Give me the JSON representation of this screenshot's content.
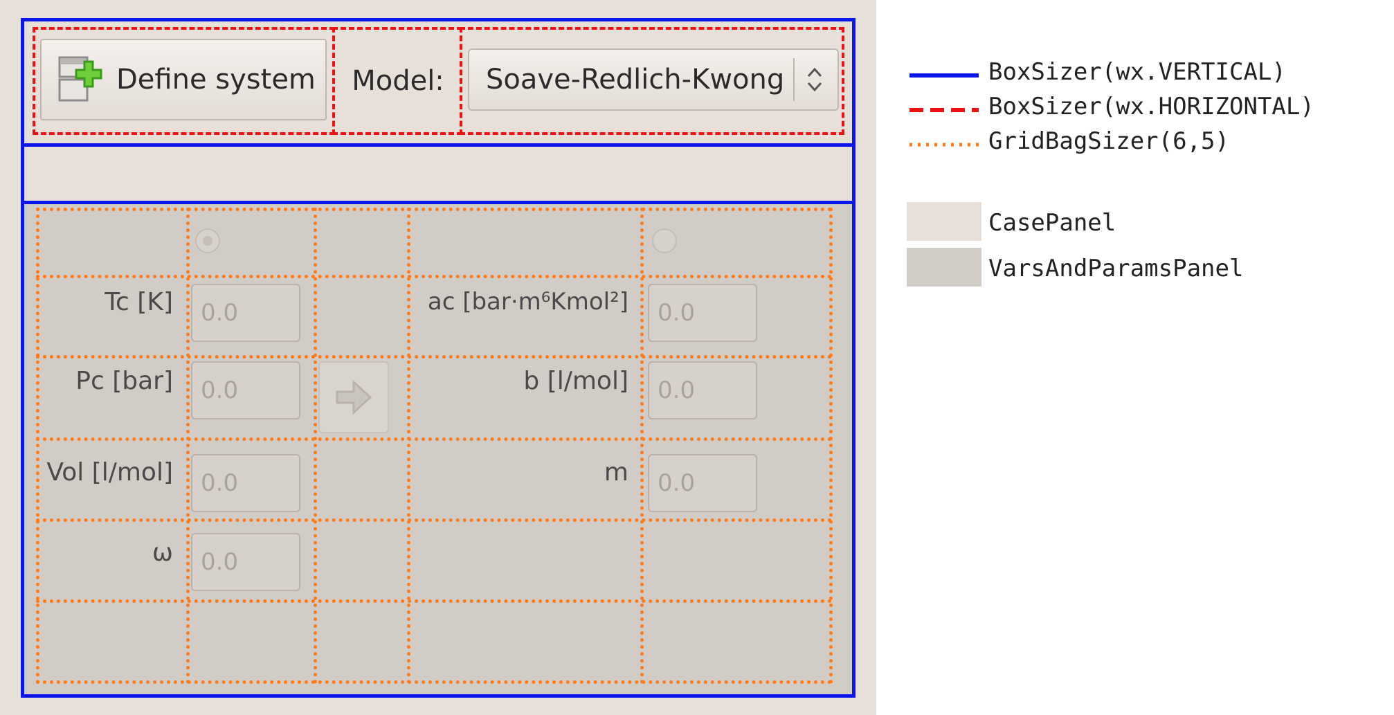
{
  "toolbar": {
    "define_label": "Define system",
    "model_label": "Model:",
    "model_value": "Soave-Redlich-Kwong"
  },
  "params": {
    "left": [
      {
        "label": "Tc [K]",
        "value": "0.0"
      },
      {
        "label": "Pc [bar]",
        "value": "0.0"
      },
      {
        "label": "Vol [l/mol]",
        "value": "0.0"
      },
      {
        "label": "ω",
        "value": "0.0"
      }
    ],
    "right": [
      {
        "label": "ac [bar·m⁶Kmol²]",
        "value": "0.0"
      },
      {
        "label": "b [l/mol]",
        "value": "0.0"
      },
      {
        "label": "m",
        "value": "0.0"
      }
    ]
  },
  "legend": {
    "vertical": "BoxSizer(wx.VERTICAL)",
    "horizontal": "BoxSizer(wx.HORIZONTAL)",
    "gridbag": "GridBagSizer(6,5)",
    "case_panel": "CasePanel",
    "vars_panel": "VarsAndParamsPanel"
  },
  "colors": {
    "vertical_sizer": "#0a17e8",
    "horizontal_sizer": "#ee1111",
    "gridbag_sizer": "#ff7a18",
    "case_panel": "#e7e0d8",
    "vars_panel": "#d1ccc6"
  },
  "icons": {
    "define_system": "add-system-icon",
    "model_dropdown": "up-down-chevron-icon",
    "transfer": "right-arrow-icon"
  }
}
